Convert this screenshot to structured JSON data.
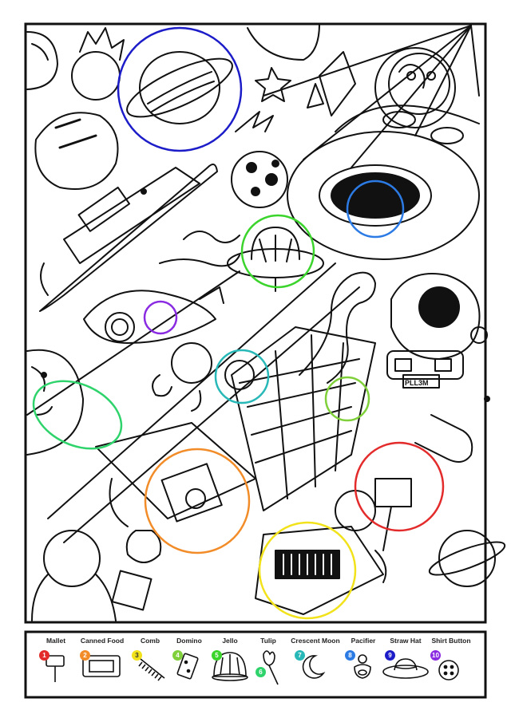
{
  "puzzle": {
    "key_items": [
      {
        "number": "1",
        "label": "Mallet",
        "color": "#e32b2b",
        "icon": "mallet-icon"
      },
      {
        "number": "2",
        "label": "Canned Food",
        "color": "#f28c28",
        "icon": "canned-food-icon"
      },
      {
        "number": "3",
        "label": "Comb",
        "color": "#f2e21b",
        "icon": "comb-icon"
      },
      {
        "number": "4",
        "label": "Domino",
        "color": "#7fd03a",
        "icon": "domino-icon"
      },
      {
        "number": "5",
        "label": "Jello",
        "color": "#3bd42c",
        "icon": "jello-icon"
      },
      {
        "number": "6",
        "label": "Tulip",
        "color": "#2fd36b",
        "icon": "tulip-icon"
      },
      {
        "number": "7",
        "label": "Crescent Moon",
        "color": "#28b8b8",
        "icon": "crescent-moon-icon"
      },
      {
        "number": "8",
        "label": "Pacifier",
        "color": "#2c7be5",
        "icon": "pacifier-icon"
      },
      {
        "number": "9",
        "label": "Straw Hat",
        "color": "#1c1cc8",
        "icon": "straw-hat-icon"
      },
      {
        "number": "10",
        "label": "Shirt Button",
        "color": "#8a2be2",
        "icon": "shirt-button-icon"
      }
    ],
    "scene_text": {
      "ship_panel": "PLL3M"
    }
  }
}
